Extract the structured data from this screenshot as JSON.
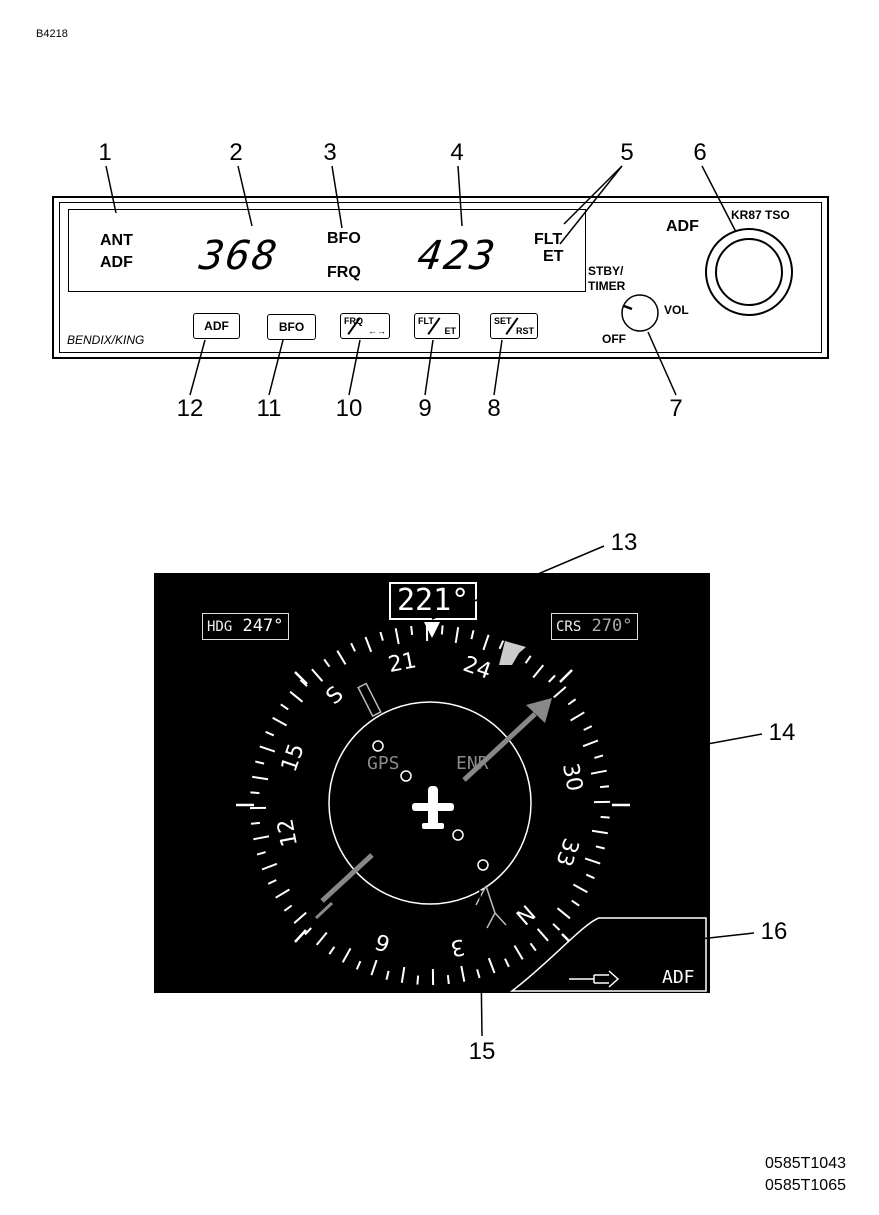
{
  "doc_ref": "B4218",
  "footer_refs": [
    "0585T1043",
    "0585T1065"
  ],
  "callouts_top": [
    "1",
    "2",
    "3",
    "4",
    "5",
    "6"
  ],
  "callouts_bottom": [
    "12",
    "11",
    "10",
    "9",
    "8",
    "7"
  ],
  "callouts_hsi": [
    "13",
    "14",
    "16",
    "15"
  ],
  "radio": {
    "ant_label": "ANT",
    "adf_label": "ADF",
    "active_freq": "368",
    "bfo_label": "BFO",
    "frq_label": "FRQ",
    "standby_freq": "423",
    "flt_label": "FLT",
    "et_label": "ET",
    "unit_adf": "ADF",
    "model": "KR87 TSO",
    "stby": "STBY/",
    "timer": "TIMER",
    "vol": "VOL",
    "off": "OFF",
    "brand": "BENDIX/KING",
    "buttons": {
      "adf": "ADF",
      "bfo": "BFO",
      "frq_top": "FRQ",
      "frq_bot": "←→",
      "flt_top": "FLT",
      "flt_bot": "ET",
      "set_top": "SET",
      "set_bot": "RST"
    }
  },
  "hsi": {
    "heading_readout": "221°",
    "hdg_key": "HDG",
    "hdg_value": "247°",
    "crs_key": "CRS",
    "crs_value": "270°",
    "gps_label": "GPS",
    "enr_label": "ENR",
    "adf_source": "ADF",
    "compass_labels": [
      "21",
      "24",
      "30",
      "33",
      "N",
      "3",
      "6",
      "12",
      "15",
      "S"
    ],
    "colors": {
      "screen": "#000000",
      "grey_text": "#8a8a8a",
      "arrow": "#777777"
    }
  }
}
